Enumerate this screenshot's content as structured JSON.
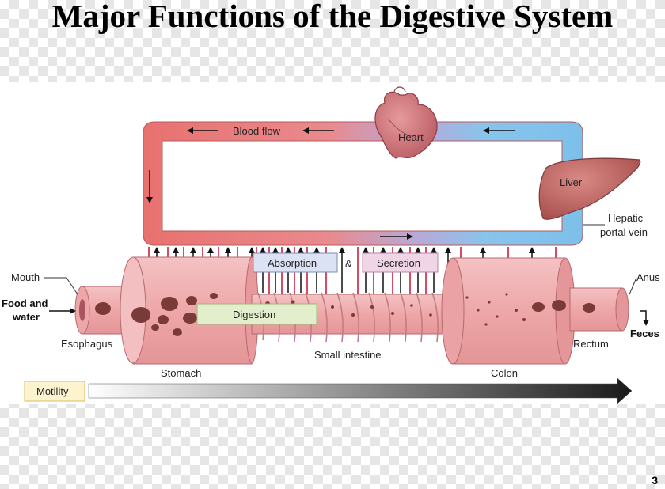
{
  "title": "Major Functions of the Digestive System",
  "page_number": "3",
  "labels": {
    "blood_flow": "Blood flow",
    "heart": "Heart",
    "liver": "Liver",
    "hepatic_1": "Hepatic",
    "hepatic_2": "portal vein",
    "mouth": "Mouth",
    "food_1": "Food and",
    "food_2": "water",
    "esophagus": "Esophagus",
    "stomach": "Stomach",
    "small_intestine": "Small intestine",
    "colon": "Colon",
    "rectum": "Rectum",
    "anus": "Anus",
    "feces": "Feces",
    "absorption": "Absorption",
    "ampersand": "&",
    "secretion": "Secretion",
    "digestion": "Digestion",
    "motility": "Motility"
  },
  "colors": {
    "artery": "#e8716f",
    "vein": "#7cc0ea",
    "tube": "#eea7a8",
    "tube_dark": "#d98489",
    "down_arrow": "#c8102e",
    "label_blue_fill": "#dbe2f4",
    "label_pink_fill": "#efd5e6",
    "label_green_fill": "#e3efcc",
    "label_yellow_fill": "#fdf3cf"
  }
}
